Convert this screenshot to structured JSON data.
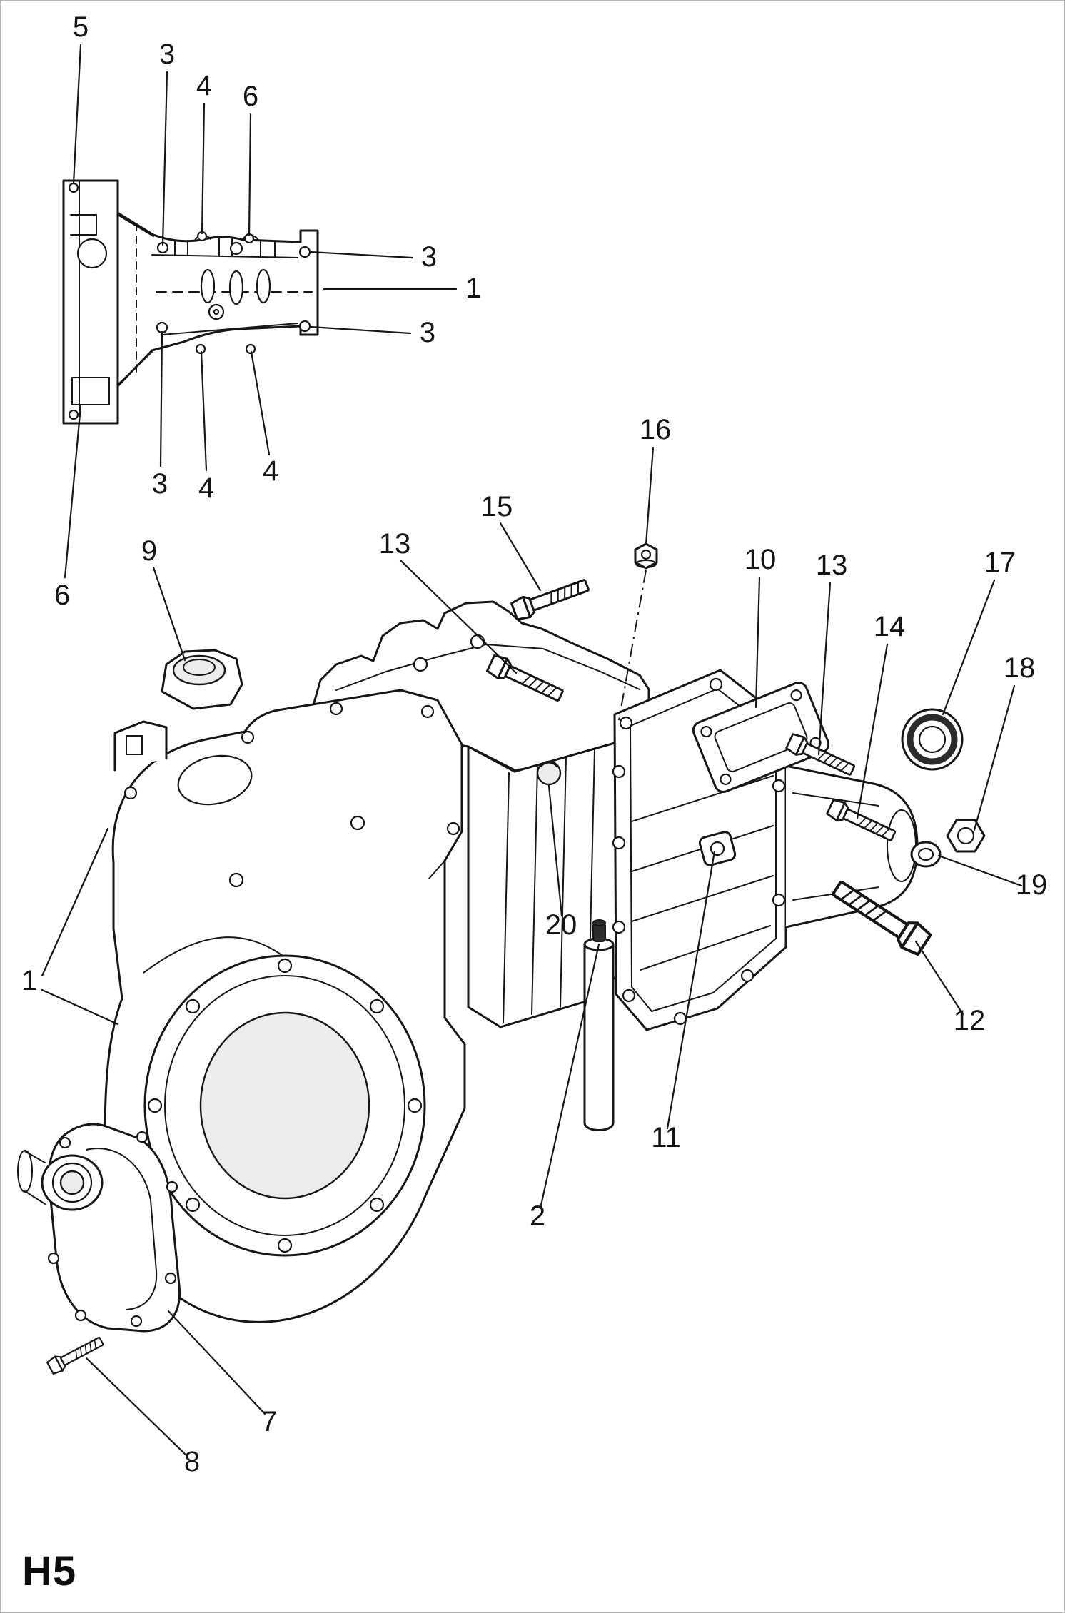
{
  "page": {
    "footer_label": "H5",
    "background_color": "#ffffff",
    "ink_color": "#161616"
  },
  "diagram": {
    "top_view": {
      "callouts": [
        {
          "label": "5"
        },
        {
          "label": "3"
        },
        {
          "label": "4"
        },
        {
          "label": "6"
        },
        {
          "label": "3"
        },
        {
          "label": "1"
        },
        {
          "label": "3"
        },
        {
          "label": "3"
        },
        {
          "label": "4"
        },
        {
          "label": "4"
        },
        {
          "label": "6"
        }
      ]
    },
    "main_view": {
      "callouts": [
        {
          "label": "9"
        },
        {
          "label": "13"
        },
        {
          "label": "15"
        },
        {
          "label": "16"
        },
        {
          "label": "10"
        },
        {
          "label": "13"
        },
        {
          "label": "14"
        },
        {
          "label": "17"
        },
        {
          "label": "18"
        },
        {
          "label": "19"
        },
        {
          "label": "12"
        },
        {
          "label": "20"
        },
        {
          "label": "1"
        },
        {
          "label": "11"
        },
        {
          "label": "2"
        },
        {
          "label": "7"
        },
        {
          "label": "8"
        }
      ]
    }
  }
}
